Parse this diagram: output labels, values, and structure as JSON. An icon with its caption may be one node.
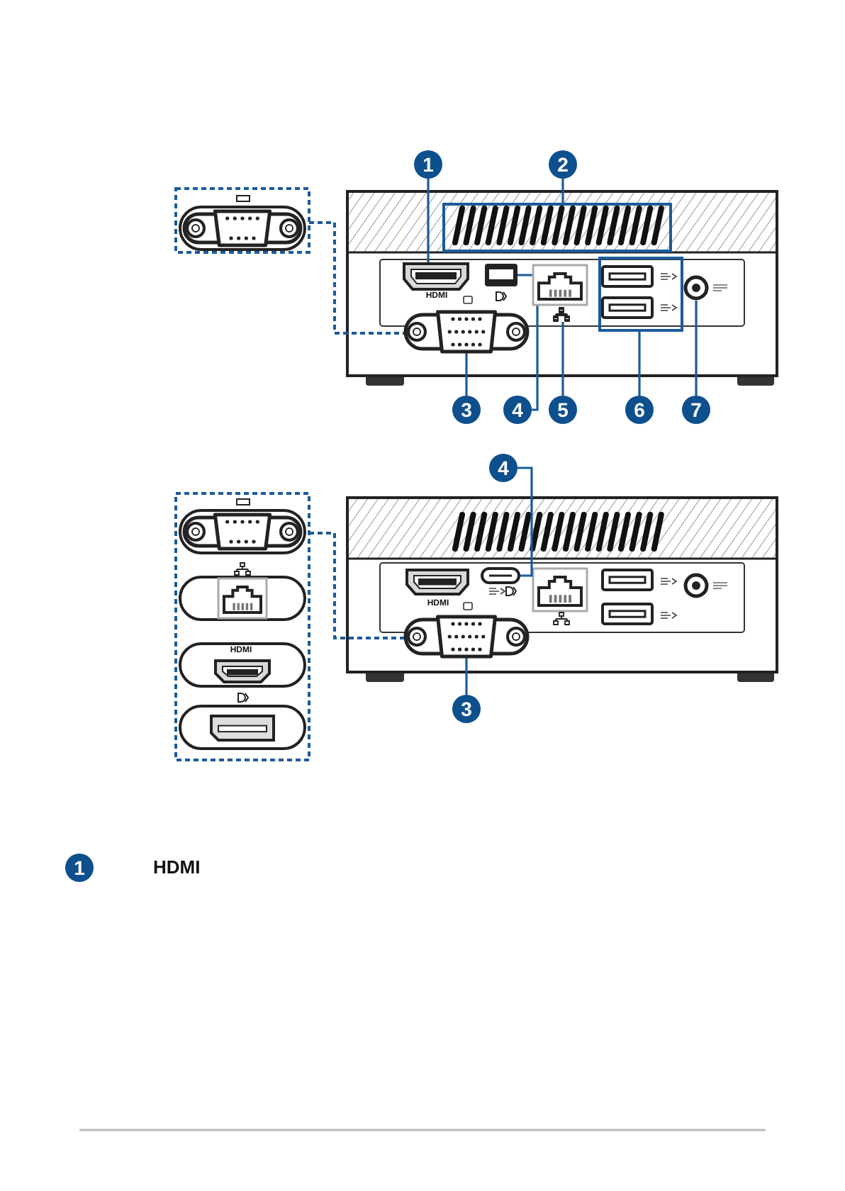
{
  "diagram": {
    "nodes": [
      {
        "text": [
          "1"
        ]
      },
      {
        "text": [
          "2"
        ]
      },
      {
        "text": [
          "3"
        ]
      },
      {
        "text": [
          "4"
        ]
      },
      {
        "text": [
          "5"
        ]
      },
      {
        "text": [
          "6"
        ]
      },
      {
        "text": [
          "7"
        ]
      },
      {
        "text": [],
        "shape": "picture"
      },
      {
        "text": [],
        "shape": "box"
      },
      {
        "text": [],
        "shape": "picture"
      },
      {
        "text": [],
        "shape": "picture"
      },
      {
        "text": [],
        "shape": "picture"
      },
      {
        "text": [],
        "shape": "box"
      },
      {
        "text": [],
        "shape": "picture"
      },
      {
        "text": [],
        "shape": "box"
      },
      {
        "text": [
          "4"
        ]
      },
      {
        "text": [
          "3"
        ]
      },
      {
        "text": [],
        "shape": "picture"
      },
      {
        "text": [],
        "shape": "picture"
      },
      {
        "text": [],
        "shape": "box"
      },
      {
        "text": [
          "1"
        ],
        "beside": [
          "HDMI"
        ]
      }
    ],
    "edges": [
      {
        "from": 0,
        "to": 7,
        "arrow": "none"
      },
      {
        "from": 1,
        "to": 8,
        "arrow": "none"
      },
      {
        "from": 2,
        "to": 9,
        "arrow": "none"
      },
      {
        "from": 3,
        "to": 10,
        "arrow": "none"
      },
      {
        "from": 4,
        "to": 11,
        "arrow": "none"
      },
      {
        "from": 5,
        "to": 12,
        "arrow": "none"
      },
      {
        "from": 6,
        "to": 13,
        "arrow": "none"
      },
      {
        "from": 14,
        "to": 9,
        "arrow": "none",
        "style": "dashed"
      },
      {
        "from": 15,
        "to": 17,
        "arrow": "none"
      },
      {
        "from": 16,
        "to": 18,
        "arrow": "none"
      },
      {
        "from": 19,
        "to": 18,
        "arrow": "none",
        "style": "dashed"
      }
    ],
    "labels": [
      "HDMI",
      "HDMI",
      "HDMI"
    ]
  }
}
